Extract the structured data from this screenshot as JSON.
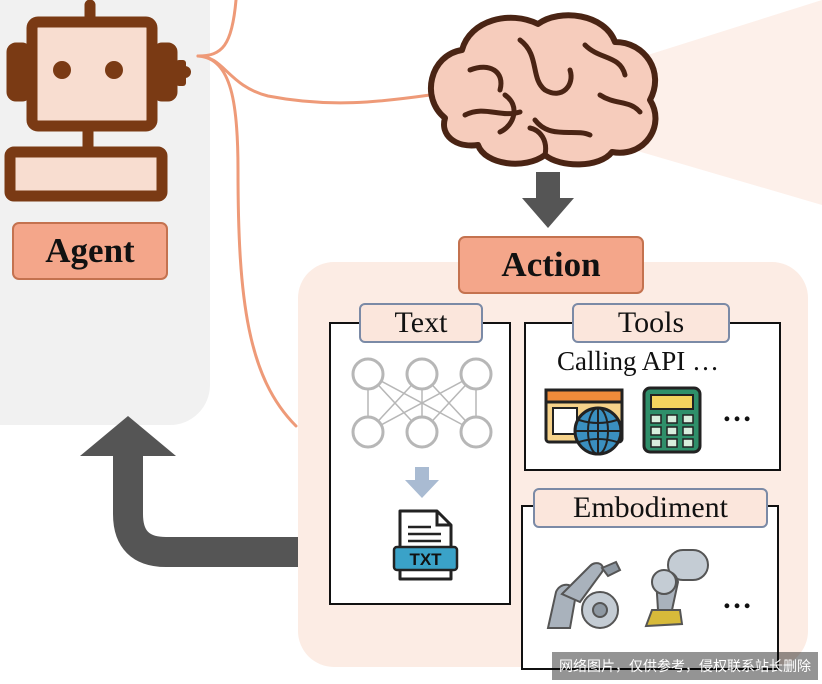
{
  "agent": {
    "label": "Agent"
  },
  "action": {
    "label": "Action"
  },
  "text_card": {
    "title": "Text",
    "file_label": "TXT"
  },
  "tools_card": {
    "title": "Tools",
    "subtitle": "Calling API …",
    "more": "…"
  },
  "embodiment_card": {
    "title": "Embodiment",
    "more": "…"
  },
  "watermark": {
    "text": "网络图片，仅供参考，侵权联系站长删除"
  },
  "colors": {
    "robot_brown": "#7a3a14",
    "robot_fill": "#f8ddd0",
    "label_fill": "#f4a68a",
    "label_border": "#c4724f",
    "wire_orange": "#ee9a78",
    "brain_fill": "#f6ccbc",
    "brain_stroke": "#4a2414",
    "arrow_gray": "#555555",
    "action_panel": "#fcece4",
    "agent_panel": "#f1f1f1",
    "tab_border": "#7b8aa6",
    "node_gray": "#b7b7b7",
    "down_arrow_blue": "#a9bbd2",
    "txt_teal": "#3aa2c8"
  },
  "icons": [
    "robot-icon",
    "brain-icon",
    "neural-network-icon",
    "txt-file-icon",
    "web-browser-icon",
    "calculator-icon",
    "robot-arm-icon",
    "robot-leg-icon"
  ]
}
